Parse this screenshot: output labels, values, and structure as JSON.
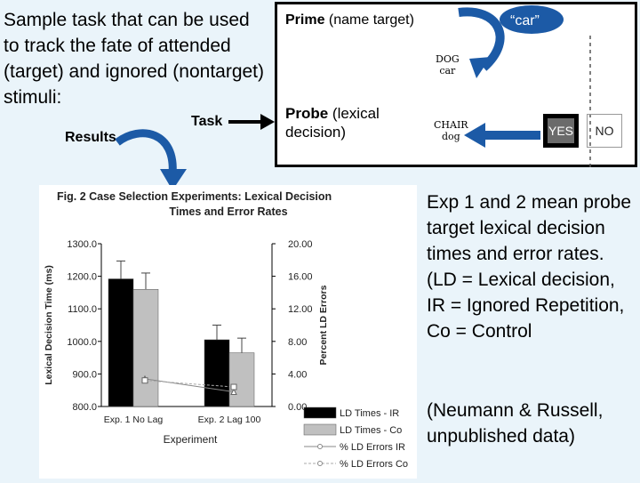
{
  "intro": {
    "text": "Sample task that can be used to track the fate of attended (target) and ignored (nontarget) stimuli:",
    "task_label": "Task",
    "results_label": "Results"
  },
  "task_panel": {
    "prime_bold": "Prime",
    "prime_rest": " (name target)",
    "target_word": "“car”",
    "prime_display": [
      "DOG",
      "car"
    ],
    "probe_bold": "Probe",
    "probe_rest": " (lexical decision)",
    "probe_display": [
      "CHAIR",
      "dog"
    ],
    "yes_label": "YES",
    "no_label": "NO"
  },
  "summary": {
    "text": "Exp 1 and 2 mean probe target lexical decision times and error rates. (LD = Lexical decision, IR = Ignored Repetition, Co = Control",
    "citation": "(Neumann & Russell, unpublished data)"
  },
  "chart_data": {
    "type": "bar",
    "title": "Fig. 2 Case Selection Experiments: Lexical Decision Times and Error Rates",
    "categories": [
      "Exp. 1 No Lag",
      "Exp. 2 Lag 100"
    ],
    "xlabel": "Experiment",
    "ylabel": "Lexical Decision Time (ms)",
    "ylabel_right": "Percent LD Errors",
    "ylim": [
      800,
      1300
    ],
    "ylim_right": [
      0,
      20
    ],
    "yticks": [
      "800.0",
      "900.0",
      "1000.0",
      "1100.0",
      "1200.0",
      "1300.0"
    ],
    "yticks_right": [
      "0.00",
      "4.00",
      "8.00",
      "12.00",
      "16.00",
      "20.00"
    ],
    "series": [
      {
        "name": "LD Times - IR",
        "kind": "bar",
        "axis": "left",
        "color": "#000000",
        "values": [
          1192,
          1005
        ],
        "error": [
          55,
          45
        ]
      },
      {
        "name": "LD Times - Co",
        "kind": "bar",
        "axis": "left",
        "color": "#c0c0c0",
        "values": [
          1160,
          965
        ],
        "error": [
          50,
          45
        ]
      },
      {
        "name": "% LD Errors IR",
        "kind": "line",
        "axis": "right",
        "color": "#888888",
        "values": [
          3.4,
          1.8
        ]
      },
      {
        "name": "% LD Errors Co",
        "kind": "line",
        "axis": "right",
        "color": "#aaaaaa",
        "values": [
          3.2,
          2.4
        ]
      }
    ],
    "legend": "bottom-right",
    "grid": false
  }
}
